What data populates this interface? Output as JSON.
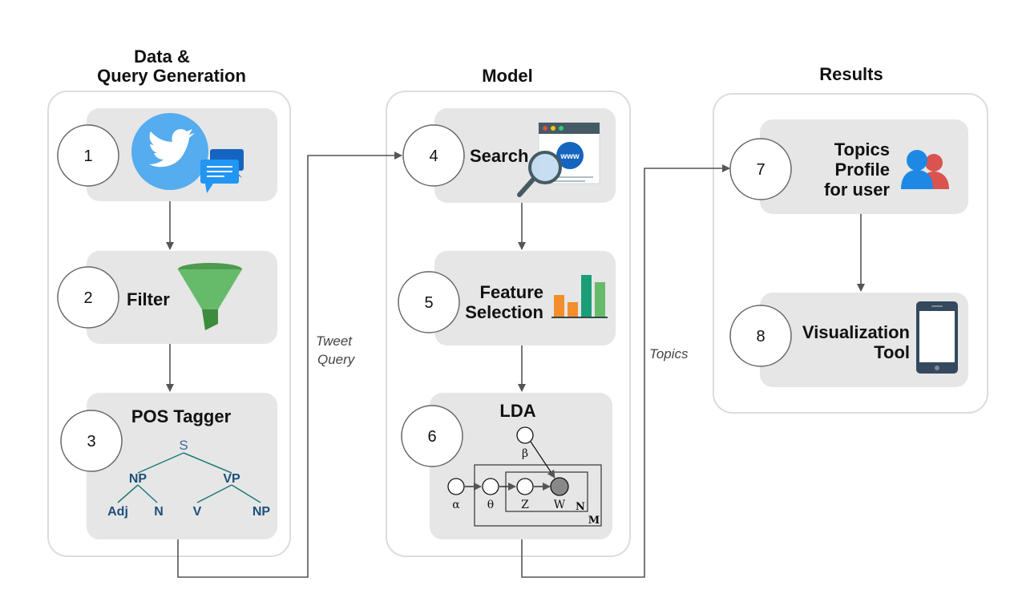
{
  "columns": {
    "data": {
      "title_line1": "Data &",
      "title_line2": "Query Generation"
    },
    "model": {
      "title": "Model"
    },
    "results": {
      "title": "Results"
    }
  },
  "steps": {
    "s1": {
      "number": "1",
      "icon": "twitter-bird-icon"
    },
    "s2": {
      "number": "2",
      "label": "Filter",
      "icon": "funnel-icon"
    },
    "s3": {
      "number": "3",
      "label": "POS Tagger",
      "icon": "parse-tree-icon"
    },
    "s4": {
      "number": "4",
      "label": "Search",
      "icon": "web-search-icon"
    },
    "s5": {
      "number": "5",
      "label_line1": "Feature",
      "label_line2": "Selection",
      "icon": "bar-chart-icon"
    },
    "s6": {
      "number": "6",
      "label": "LDA",
      "icon": "plate-notation-icon"
    },
    "s7": {
      "number": "7",
      "label_line1": "Topics",
      "label_line2": "Profile",
      "label_line3": "for user",
      "icon": "users-icon"
    },
    "s8": {
      "number": "8",
      "label_line1": "Visualization",
      "label_line2": "Tool",
      "icon": "smartphone-icon"
    }
  },
  "pos_tree": {
    "root": "S",
    "np": "NP",
    "vp": "VP",
    "adj": "Adj",
    "n": "N",
    "v": "V",
    "np2": "NP"
  },
  "lda": {
    "alpha": "α",
    "theta": "θ",
    "z": "Z",
    "w": "W",
    "beta": "β",
    "plate_n": "N",
    "plate_m": "M"
  },
  "connectors": {
    "tweet_query_line1": "Tweet",
    "tweet_query_line2": "Query",
    "topics": "Topics"
  },
  "colors": {
    "panel_border": "#dddddd",
    "step_bg": "#e6e6e6",
    "arrow": "#555555",
    "twitter_blue": "#55acee",
    "chat_blue": "#1e88e5",
    "funnel_green": "#5cb85c",
    "bar_orange": "#f28e2b",
    "bar_teal": "#1a9e77",
    "bar_green": "#66bb6a",
    "user_blue": "#1e88e5",
    "user_red": "#d9534f",
    "phone_dark": "#34495e"
  }
}
